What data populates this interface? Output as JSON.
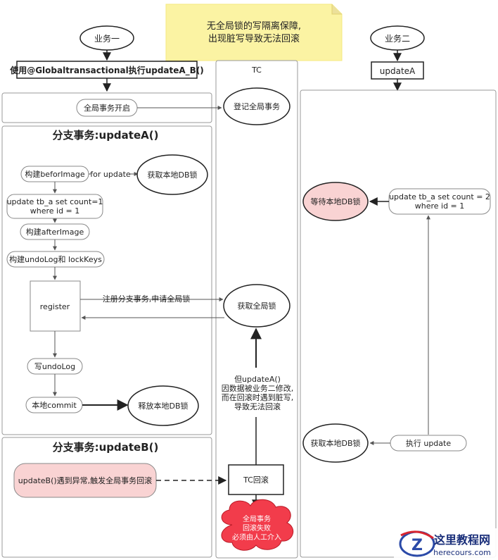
{
  "note": {
    "line1": "无全局锁的写隔离保障,",
    "line2": "出现脏写导致无法回滚"
  },
  "biz1": "业务一",
  "biz2": "业务二",
  "global_tx_label": "使用@Globaltransactional执行updateA_B()",
  "updateA_label": "updateA",
  "tc_label": "TC",
  "global_start": "全局事务开启",
  "register_global": "登记全局事务",
  "branchA_title": "分支事务:updateA()",
  "branchB_title": "分支事务:updateB()",
  "build_before_image": "构建beforImage",
  "for_update": "for update",
  "get_local_lock": "获取本地DB锁",
  "update_sql_1": {
    "line1": "update tb_a set count=1",
    "line2": "where id = 1"
  },
  "build_after_image": "构建afterImage",
  "build_undo_log": "构建undoLog和 lockKeys",
  "register": "register",
  "register_branch": "注册分支事务,申请全局锁",
  "get_global_lock": "获取全局锁",
  "write_undo_log": "写undoLog",
  "local_commit": "本地commit",
  "release_local_lock": "释放本地DB锁",
  "wait_local_lock": "等待本地DB锁",
  "update_sql_2": {
    "line1": "update tb_a set count = 2",
    "line2": "where id = 1"
  },
  "get_local_lock_2": "获取本地DB锁",
  "exec_update": "执行 update",
  "rollback_note": {
    "line1": "但updateA()",
    "line2": "因数据被业务二修改,",
    "line3": "而在回滚时遇到脏写,",
    "line4": "导致无法回滚"
  },
  "exception_label": "updateB()遇到异常,触发全局事务回滚",
  "tc_rollback": "TC回滚",
  "fail_cloud": {
    "line1": "全局事务",
    "line2": "回滚失败",
    "line3": "必须由人工介入"
  },
  "watermark": {
    "title": "这里教程网",
    "url": "herecours.com",
    "letter": "Z"
  },
  "colors": {
    "note_fill": "#fbf3a3",
    "pink_fill": "#f9d3d3",
    "cloud_fill": "#f23c4b",
    "border": "#888888"
  }
}
